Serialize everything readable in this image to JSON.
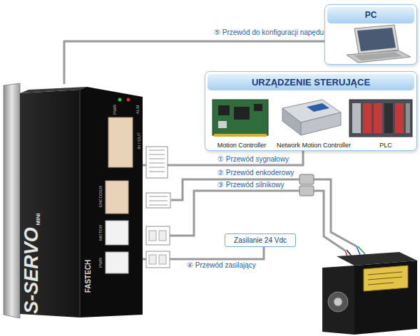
{
  "diagram": {
    "nodes": [
      {
        "text": [
          "PC"
        ]
      },
      {
        "text": [
          "URZĄDZENIE STERUJĄCE"
        ]
      },
      {
        "text": [
          "Motion Controller"
        ],
        "in": 1
      },
      {
        "text": [
          "Network Motion Controller"
        ],
        "in": 1
      },
      {
        "text": [
          "PLC"
        ],
        "in": 1
      },
      {
        "text": [
          "S-SERVO",
          "MINI",
          "FASTECH",
          "PWR",
          "ALM",
          "IN / OUT",
          "ENCODER",
          "MOTOR",
          "PWR"
        ]
      },
      {
        "text": [
          "Zasilanie 24 Vdc"
        ]
      }
    ],
    "edges": [
      {
        "from": 5,
        "to": 0,
        "arrow": "none",
        "label": "⑤ Przewód do konfiguracji napędu"
      },
      {
        "from": 5,
        "to": 1,
        "arrow": "none",
        "label": "① Przewód sygnałowy"
      },
      {
        "from": 5,
        "to": 6,
        "arrow": "none",
        "label": "④ Przewód zasilający"
      }
    ],
    "labels": [
      "② Przewód enkoderowy",
      "③ Przewód silnikowy"
    ]
  }
}
